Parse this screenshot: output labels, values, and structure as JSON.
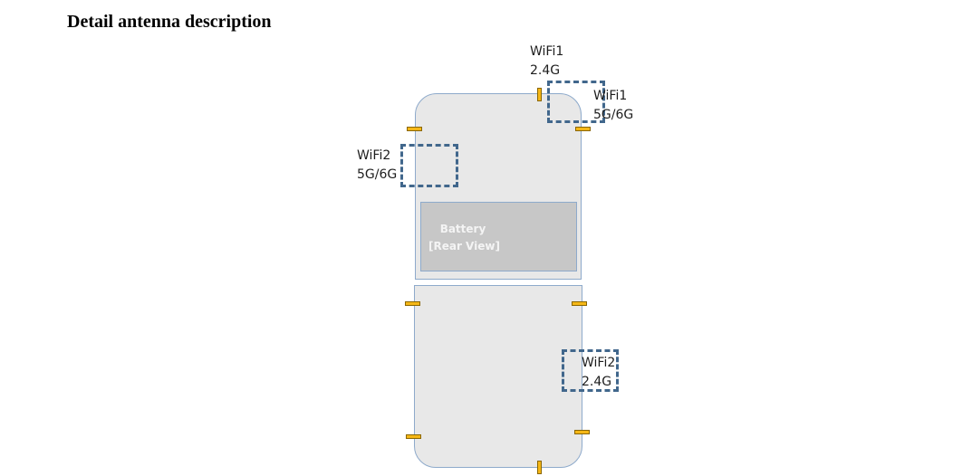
{
  "title": "Detail antenna description",
  "battery": {
    "line1": "Battery",
    "line2": "[Rear View]"
  },
  "antennas": {
    "wifi1_24": {
      "name": "WiFi1",
      "band": "2.4G"
    },
    "wifi1_56": {
      "name": "WiFi1",
      "band": "5G/6G"
    },
    "wifi2_56": {
      "name": "WiFi2",
      "band": "5G/6G"
    },
    "wifi2_24": {
      "name": "WiFi2",
      "band": "2.4G"
    }
  },
  "colors": {
    "panel_fill": "#e8e8e8",
    "panel_border": "#8eaacb",
    "battery_fill": "#c7c7c7",
    "antenna_dash": "#41678c",
    "connector_tab": "#f5b716"
  }
}
